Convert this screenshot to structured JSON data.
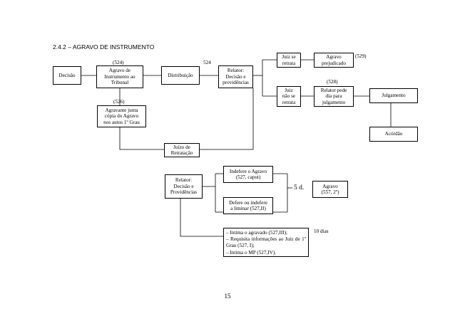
{
  "heading": "2.4.2 – AGRAVO DE INSTRUMENTO",
  "nodes": {
    "decisao": "Decisão",
    "agravo_instrumento": "Agravo de\nInstrumento ao\nTribunal",
    "distribuicao": "Distribuição",
    "relator_decisao": "Relator:\nDecisão e\nprovidências",
    "juiz_retrata": "Juiz se\nretrata",
    "agravo_prejudicado": "Agravo\nprejudicado",
    "juiz_nao_retrata": "Juiz\nnão se\nretrata",
    "relator_pede_dia": "Relator pede\ndia para\njulgamento",
    "julgamento": "Julgamento",
    "acordao": "Acórdão",
    "agravante_junta": "Agravante junta\ncópia do Agravo\nnos autos 1º Grau",
    "juizo_retratacao": "Juízo de\nRetratação",
    "relator_providencias": "Relator:\nDecisão e\nProvidências",
    "indefere_agravo": "Indefere o Agravo\n(527, caput)",
    "defere_indefere": "Defere ou indefere\na liminar (527,II)",
    "agravo_557": "Agravo\n(557, 2º)",
    "intima_lista": "– Intima o agravado (527,III);\n– Requisita informações ao Juiz de 1º Grau (527, I);\n– Intima o MP (527,IV)."
  },
  "notes": {
    "n524a": "(524)",
    "n524b": "524",
    "n526": "(526)",
    "n529": "(529)",
    "n528": "(528)",
    "cinco_dias": "5 d.",
    "dez_dias": "10 dias"
  },
  "page_number": "15"
}
